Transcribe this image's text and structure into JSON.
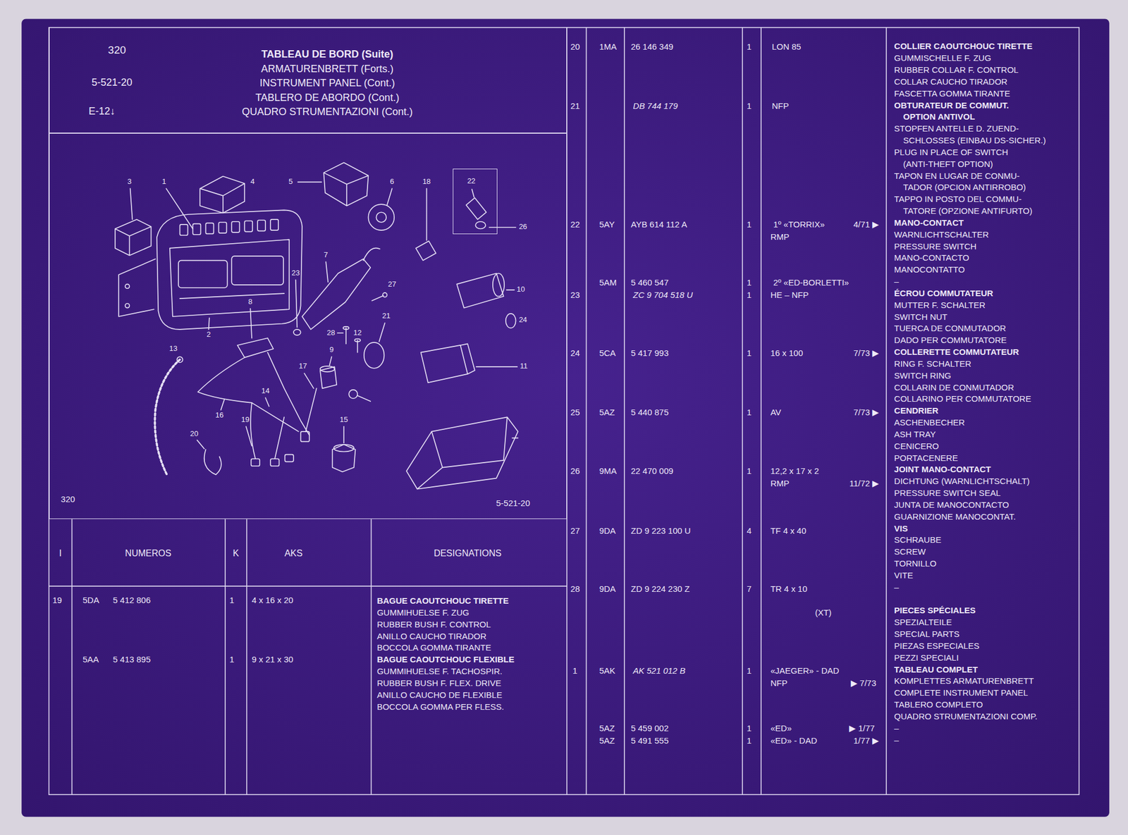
{
  "diagram": {
    "title": "TABLEAU DE BORD (Suite)",
    "nodes": [
      {
        "text": [
          "320",
          "5-521-20",
          "E-12↓"
        ]
      },
      {
        "text": [
          "320",
          "5-521-20"
        ]
      },
      {
        "text": [
          "22"
        ],
        "in": 1
      }
    ],
    "labels": [
      "ARMATURENBRETT (Forts.)",
      "INSTRUMENT PANEL (Cont.)",
      "TABLERO DE ABORDO (Cont.)",
      "QUADRO STRUMENTAZIONI (Cont.)",
      "3",
      "1",
      "4",
      "5",
      "6",
      "18",
      "26",
      "7",
      "10",
      "23",
      "27",
      "8",
      "21",
      "24",
      "2",
      "28",
      "12",
      "13",
      "9",
      "17",
      "11",
      "14",
      "16",
      "19",
      "15",
      "20",
      "I",
      "NUMEROS",
      "K",
      "AKS",
      "DESIGNATIONS",
      "19",
      "5DA",
      "5 412 806",
      "1",
      "4 x 16 x 20",
      "BAGUE CAOUTCHOUC TIRETTE",
      "GUMMIHUELSE F. ZUG",
      "RUBBER BUSH F. CONTROL",
      "ANILLO CAUCHO TIRADOR",
      "BOCCOLA GOMMA TIRANTE",
      "5AA",
      "5 413 895",
      "1",
      "9 x 21 x 30",
      "BAGUE CAOUTCHOUC FLEXIBLE",
      "GUMMIHUELSE F. TACHOSPIR.",
      "RUBBER BUSH F. FLEX. DRIVE",
      "ANILLO CAUCHO DE FLEXIBLE",
      "BOCCOLA GOMMA PER FLESS.",
      "20",
      "1MA",
      "26 146 349",
      "1",
      "LON 85",
      "COLLIER CAOUTCHOUC TIRETTE",
      "GUMMISCHELLE F. ZUG",
      "RUBBER COLLAR F. CONTROL",
      "COLLAR CAUCHO TIRADOR",
      "FASCETTA GOMMA TIRANTE",
      "21",
      "DB 744 179",
      "1",
      "NFP",
      "OBTURATEUR DE COMMUT. OPTION ANTIVOL",
      "STOPFEN ANTELLE D. ZUEND- SCHLOSSES (EINBAU DS-SICHER.)",
      "PLUG IN PLACE OF SWITCH (ANTI-THEFT OPTION)",
      "TAPON EN LUGAR DE CONMU- TADOR (OPCION ANTIRROBO)",
      "TAPPO IN POSTO DEL COMMU- TATORE (OPZIONE ANTIFURTO)",
      "22",
      "5AY",
      "AYB 614 112 A",
      "1",
      "1º «TORRIX»",
      "4/71 ▶",
      "RMP",
      "MANO-CONTACT",
      "WARNLICHTSCHALTER",
      "PRESSURE SWITCH",
      "MANO-CONTACTO",
      "MANOCONTATTO",
      "–",
      "5AM",
      "5 460 547",
      "1",
      "2º «ED-BORLETTI»",
      "23",
      "ZC 9 704 518 U",
      "1",
      "HE – NFP",
      "ÉCROU COMMUTATEUR",
      "MUTTER F. SCHALTER",
      "SWITCH NUT",
      "TUERCA DE CONMUTADOR",
      "DADO PER COMMUTATORE",
      "24",
      "5CA",
      "5 417 993",
      "1",
      "16 x 100",
      "7/73 ▶",
      "COLLERETTE COMMUTATEUR",
      "RING F. SCHALTER",
      "SWITCH RING",
      "COLLARIN DE CONMUTADOR",
      "COLLARINO PER COMMUTATORE",
      "25",
      "5AZ",
      "5 440 875",
      "1",
      "AV",
      "7/73 ▶",
      "CENDRIER",
      "ASCHENBECHER",
      "ASH TRAY",
      "CENICERO",
      "PORTACENERE",
      "26",
      "9MA",
      "22 470 009",
      "1",
      "12,2 x 17 x 2",
      "RMP",
      "11/72 ▶",
      "JOINT MANO-CONTACT",
      "DICHTUNG (WARNLICHTSCHALT)",
      "PRESSURE SWITCH SEAL",
      "JUNTA DE MANOCONTACTO",
      "GUARNIZIONE MANOCONTAT.",
      "27",
      "9DA",
      "ZD 9 223 100 U",
      "4",
      "TF 4 x 40",
      "VIS",
      "SCHRAUBE",
      "SCREW",
      "TORNILLO",
      "VITE",
      "28",
      "9DA",
      "ZD 9 224 230 Z",
      "7",
      "TR 4 x 10",
      "–",
      "(XT)",
      "PIECES SPÉCIALES",
      "SPEZIALTEILE",
      "SPECIAL PARTS",
      "PIEZAS ESPECIALES",
      "PEZZI SPECIALI",
      "1",
      "5AK",
      "AK 521 012 B",
      "1",
      "«JAEGER» - DAD",
      "NFP",
      "▶ 7/73",
      "TABLEAU COMPLET",
      "KOMPLETTES ARMATURENBRETT",
      "COMPLETE INSTRUMENT PANEL",
      "TABLERO COMPLETO",
      "QUADRO STRUMENTAZIONI COMP.",
      "5AZ",
      "5 459 002",
      "1",
      "«ED»",
      "▶ 1/77",
      "–",
      "5AZ",
      "5 491 555",
      "1",
      "«ED» - DAD",
      "1/77 ▶",
      "–"
    ]
  }
}
